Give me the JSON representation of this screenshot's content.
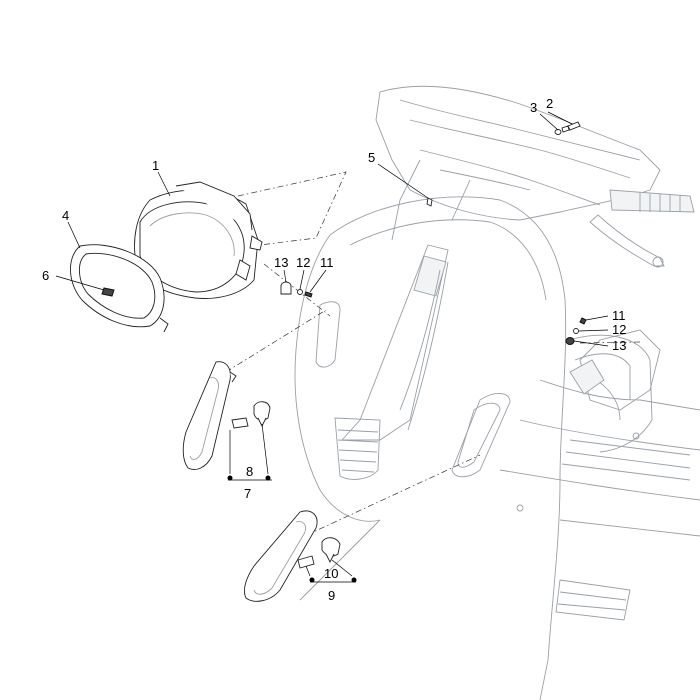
{
  "diagram": {
    "callouts": {
      "c1": "1",
      "c2": "2",
      "c3": "3",
      "c4": "4",
      "c5": "5",
      "c6": "6",
      "c7": "7",
      "c8": "8",
      "c9": "9",
      "c10": "10",
      "c11a": "11",
      "c12a": "12",
      "c13a": "13",
      "c11b": "11",
      "c12b": "12",
      "c13b": "13"
    }
  }
}
